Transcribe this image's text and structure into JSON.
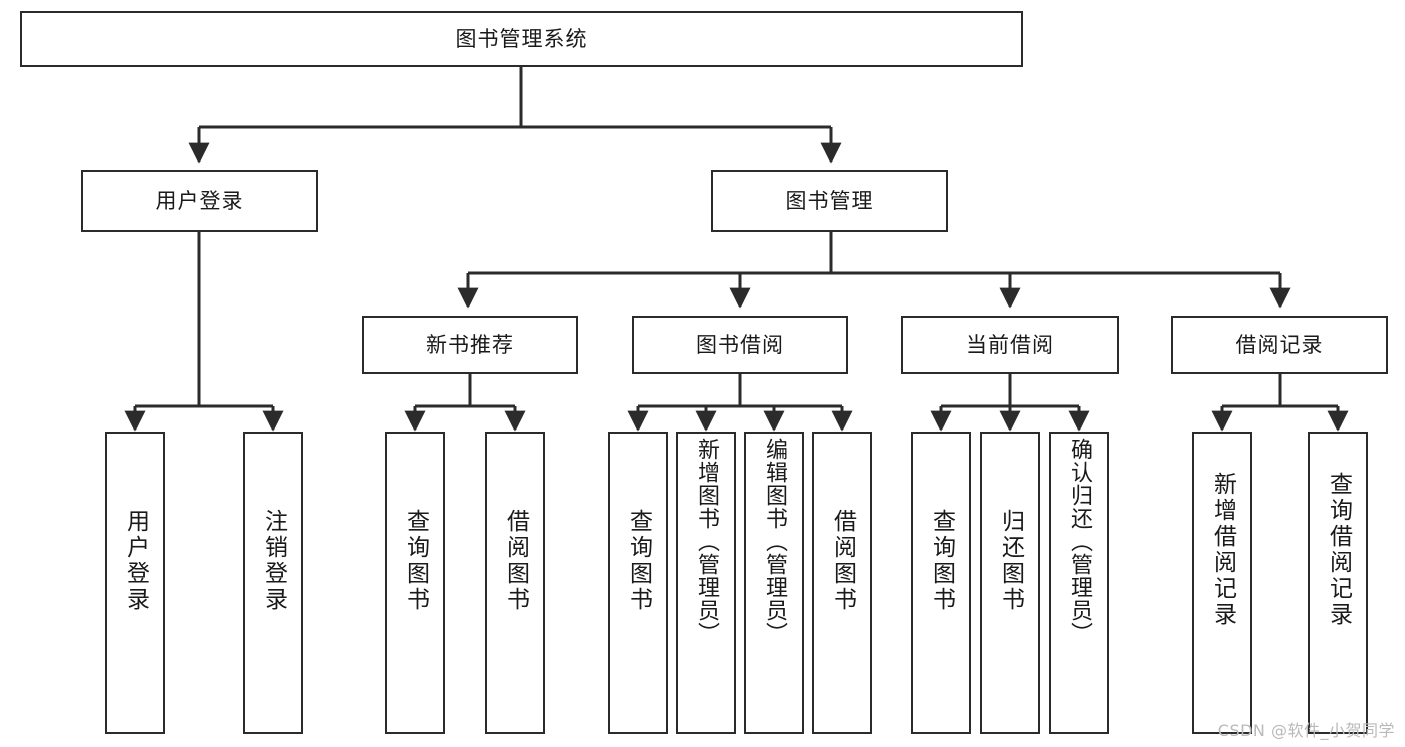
{
  "diagram": {
    "type": "tree-hierarchy",
    "title": "图书管理系统 功能结构图",
    "line_color": "#2b2b2b",
    "box_fill": "#ffffff",
    "text_color": "#1a1a1a"
  },
  "root": {
    "label": "图书管理系统"
  },
  "level2": [
    {
      "label": "用户登录"
    },
    {
      "label": "图书管理"
    }
  ],
  "level3": [
    {
      "label": "新书推荐"
    },
    {
      "label": "图书借阅"
    },
    {
      "label": "当前借阅"
    },
    {
      "label": "借阅记录"
    }
  ],
  "leaves": {
    "user_login": [
      {
        "label": "用户登录"
      },
      {
        "label": "注销登录"
      }
    ],
    "new_book": [
      {
        "label": "查询图书"
      },
      {
        "label": "借阅图书"
      }
    ],
    "book_borrow": [
      {
        "label": "查询图书"
      },
      {
        "label": "新增图书（管理员）"
      },
      {
        "label": "编辑图书（管理员）"
      },
      {
        "label": "借阅图书"
      }
    ],
    "current_borrow": [
      {
        "label": "查询图书"
      },
      {
        "label": "归还图书"
      },
      {
        "label": "确认归还（管理员）"
      }
    ],
    "borrow_record": [
      {
        "label": "新增借阅记录"
      },
      {
        "label": "查询借阅记录"
      }
    ]
  },
  "watermark": {
    "text": "CSDN @软件_小贺同学"
  }
}
